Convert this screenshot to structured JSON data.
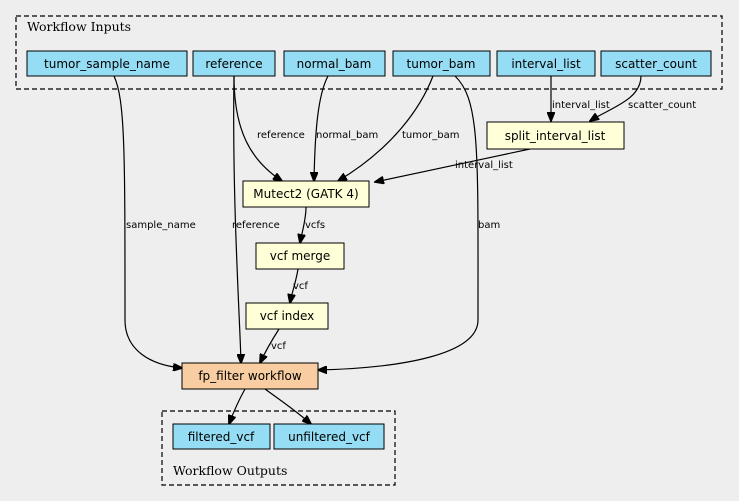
{
  "colors": {
    "background": "#eeeeee",
    "io_node": "#94ddf4",
    "step_node": "#ffffd8",
    "workflow_node": "#f7cda1",
    "stroke": "#000000"
  },
  "clusters": {
    "inputs": {
      "label": "Workflow Inputs"
    },
    "outputs": {
      "label": "Workflow Outputs"
    }
  },
  "nodes": {
    "tumor_sample_name": {
      "label": "tumor_sample_name",
      "kind": "input"
    },
    "reference": {
      "label": "reference",
      "kind": "input"
    },
    "normal_bam": {
      "label": "normal_bam",
      "kind": "input"
    },
    "tumor_bam": {
      "label": "tumor_bam",
      "kind": "input"
    },
    "interval_list": {
      "label": "interval_list",
      "kind": "input"
    },
    "scatter_count": {
      "label": "scatter_count",
      "kind": "input"
    },
    "split_interval_list": {
      "label": "split_interval_list",
      "kind": "step"
    },
    "mutect2": {
      "label": "Mutect2 (GATK 4)",
      "kind": "step"
    },
    "vcf_merge": {
      "label": "vcf merge",
      "kind": "step"
    },
    "vcf_index": {
      "label": "vcf index",
      "kind": "step"
    },
    "fp_filter": {
      "label": "fp_filter workflow",
      "kind": "workflow"
    },
    "filtered_vcf": {
      "label": "filtered_vcf",
      "kind": "output"
    },
    "unfiltered_vcf": {
      "label": "unfiltered_vcf",
      "kind": "output"
    }
  },
  "edges": [
    {
      "from": "interval_list",
      "to": "split_interval_list",
      "label": "interval_list"
    },
    {
      "from": "scatter_count",
      "to": "split_interval_list",
      "label": "scatter_count"
    },
    {
      "from": "reference",
      "to": "mutect2",
      "label": "reference"
    },
    {
      "from": "normal_bam",
      "to": "mutect2",
      "label": "normal_bam"
    },
    {
      "from": "tumor_bam",
      "to": "mutect2",
      "label": "tumor_bam"
    },
    {
      "from": "split_interval_list",
      "to": "mutect2",
      "label": "interval_list"
    },
    {
      "from": "mutect2",
      "to": "vcf_merge",
      "label": "vcfs"
    },
    {
      "from": "vcf_merge",
      "to": "vcf_index",
      "label": "vcf"
    },
    {
      "from": "tumor_sample_name",
      "to": "fp_filter",
      "label": "sample_name"
    },
    {
      "from": "reference",
      "to": "fp_filter",
      "label": "reference"
    },
    {
      "from": "vcf_index",
      "to": "fp_filter",
      "label": "vcf"
    },
    {
      "from": "tumor_bam",
      "to": "fp_filter",
      "label": "bam"
    },
    {
      "from": "fp_filter",
      "to": "filtered_vcf",
      "label": ""
    },
    {
      "from": "fp_filter",
      "to": "unfiltered_vcf",
      "label": ""
    }
  ]
}
